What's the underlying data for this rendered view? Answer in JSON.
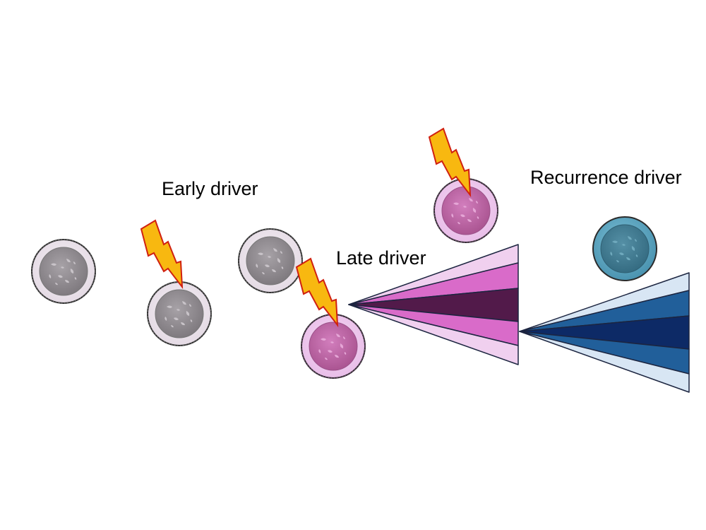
{
  "labels": {
    "early": "Early driver",
    "late": "Late driver",
    "recurrence": "Recurrence driver"
  },
  "colors": {
    "normal_cell_fill": "#ece4ec",
    "normal_nucleus": "#8f8a8f",
    "pink_cell_fill": "#ecc4ec",
    "pink_nucleus": "#c06aa8",
    "blue_cell_fill": "#5ea8c2",
    "blue_nucleus": "#3f7a90",
    "lightning": "#f8b810",
    "lightning_outline": "#d02010",
    "clone_light_pink": "#f0d0ef",
    "clone_pink": "#d96bc9",
    "clone_dark_purple": "#521a4a",
    "clone_light_blue": "#d8e6f4",
    "clone_mid_blue": "#215f9a",
    "clone_navy": "#0d2a66"
  },
  "icons": {
    "mutation_event": "lightning-bolt-icon",
    "cell": "cell-icon"
  }
}
